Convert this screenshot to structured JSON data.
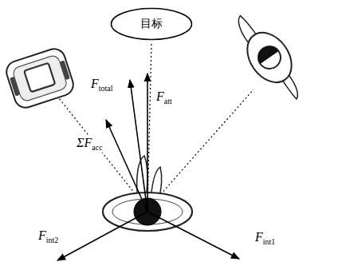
{
  "diagram": {
    "nodes": [
      {
        "text": [
          "目标"
        ]
      }
    ],
    "labels": [
      "Ftotal",
      "Fatt",
      "ΣFacc",
      "Fint2",
      "Fint1"
    ]
  }
}
